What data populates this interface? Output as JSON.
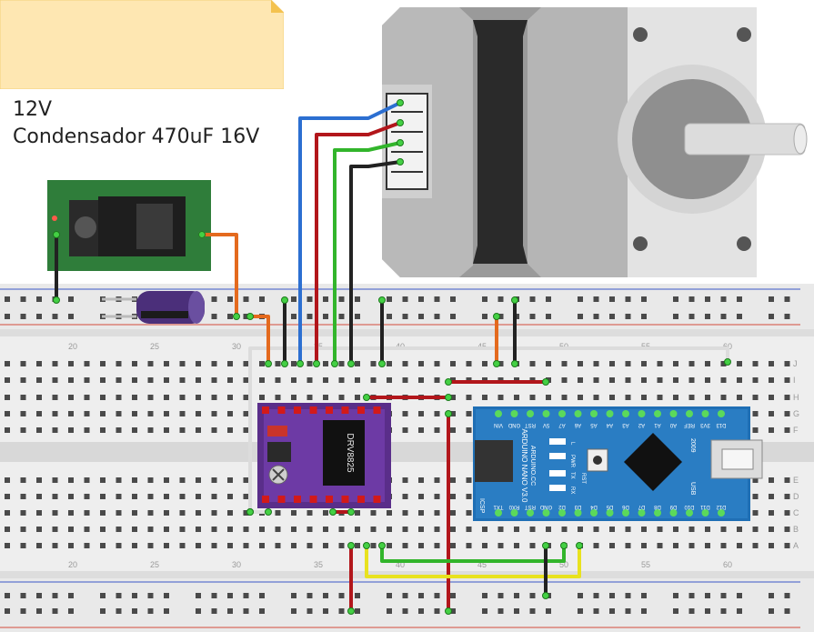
{
  "note": {
    "line1": "12V",
    "line2": "Condensador 470uF 16V"
  },
  "breadboard": {
    "row_letters_top": [
      "J",
      "I",
      "H",
      "G",
      "F"
    ],
    "row_letters_bottom": [
      "E",
      "D",
      "C",
      "B",
      "A"
    ],
    "column_numbers": [
      "20",
      "25",
      "30",
      "35",
      "40",
      "45",
      "50",
      "55",
      "60"
    ]
  },
  "driver": {
    "chip_text": "DRV8825"
  },
  "arduino": {
    "top_pins": [
      "D12",
      "D11",
      "D10",
      "D9",
      "D8",
      "D7",
      "D6",
      "D5",
      "D4",
      "D3",
      "D2",
      "GND",
      "RST",
      "RX0",
      "TX1"
    ],
    "bottom_pins": [
      "D13",
      "3V3",
      "REF",
      "A0",
      "A1",
      "A2",
      "A3",
      "A4",
      "A5",
      "A6",
      "A7",
      "5V",
      "RST",
      "GND",
      "VIN"
    ],
    "board_name": "ARDUINO NANO V3.0",
    "site": "ARDUINO.CC",
    "icsp_label": "ICSP",
    "usb_label": "USB",
    "year": "2009",
    "led_labels": [
      "L",
      "PWR",
      "TX",
      "RX"
    ],
    "reset_label": "RST"
  }
}
